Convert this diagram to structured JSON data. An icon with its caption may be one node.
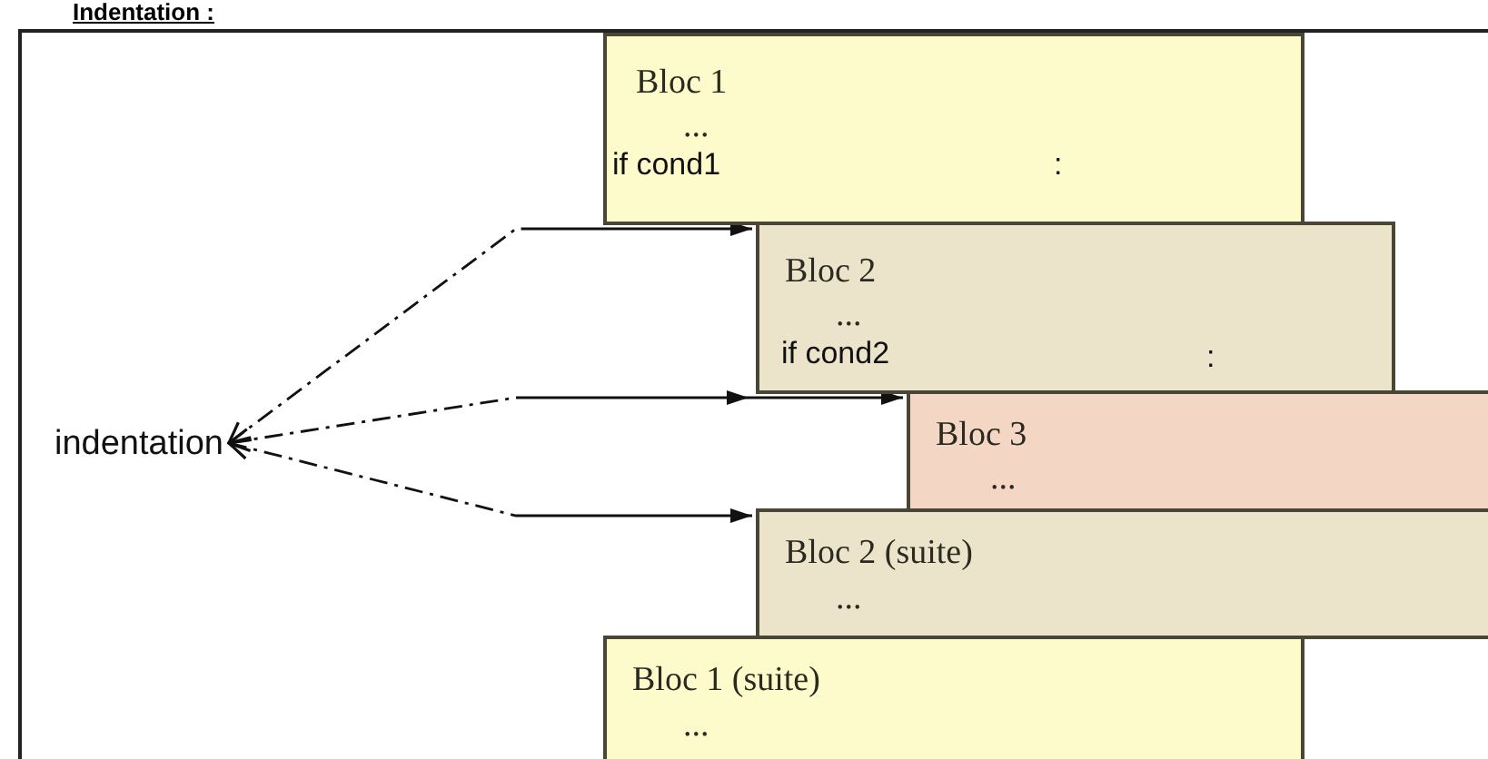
{
  "diagram": {
    "title": "Indentation :",
    "nodes": [
      {
        "text": [
          "Bloc 1",
          "...",
          "if cond1",
          ":"
        ]
      },
      {
        "text": [
          "Bloc 2",
          "...",
          "if cond2",
          ":"
        ]
      },
      {
        "text": [
          "Bloc 3",
          "..."
        ]
      },
      {
        "text": [
          "Bloc 2 (suite)",
          "..."
        ]
      },
      {
        "text": [
          "Bloc 1 (suite)",
          "..."
        ]
      },
      {
        "text": [
          "indentation"
        ]
      }
    ],
    "edges": [
      {
        "from": 5,
        "to": 1,
        "arrow": "both",
        "style": "dashed"
      },
      {
        "from": 5,
        "to": 2,
        "arrow": "both",
        "style": "dashed"
      },
      {
        "from": 5,
        "to": 3,
        "arrow": "both",
        "style": "dashed"
      }
    ]
  }
}
